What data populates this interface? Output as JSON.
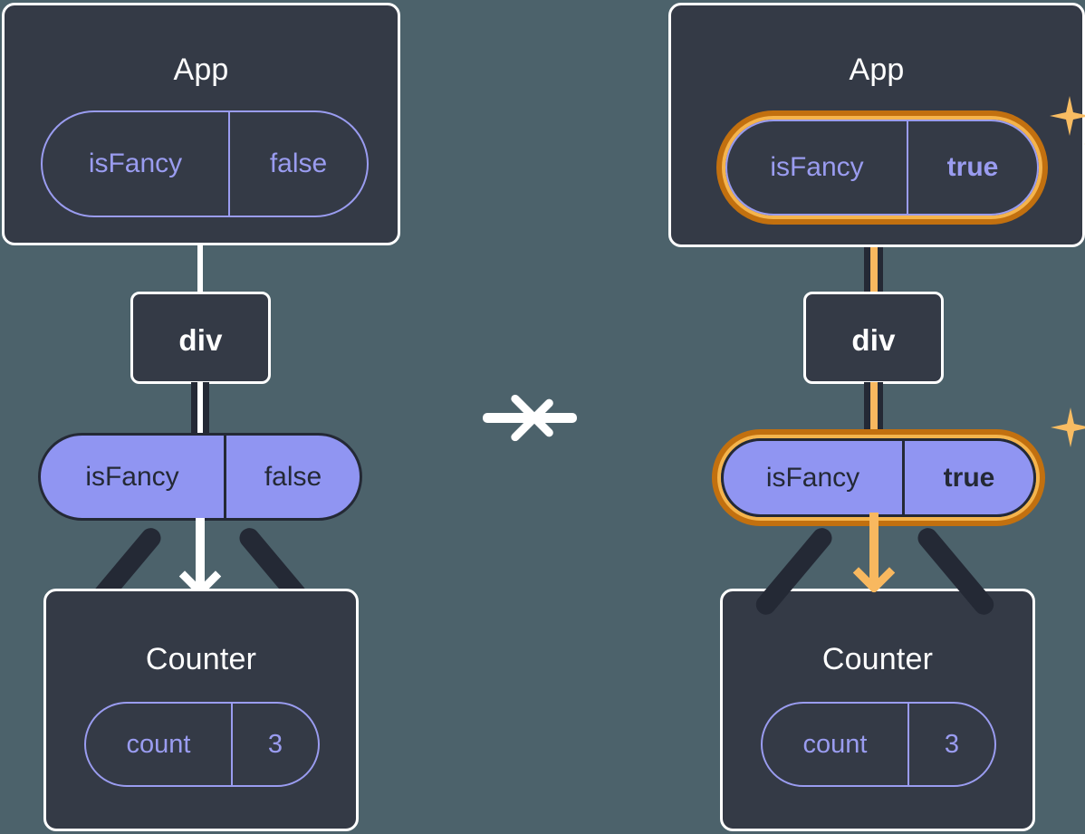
{
  "diagram": {
    "type": "react-state-propagation",
    "background_color": "#4c626b",
    "transition_arrow": "arrow-right",
    "panels": [
      {
        "id": "before",
        "app": {
          "title": "App",
          "state_pill": {
            "key": "isFancy",
            "value": "false",
            "style": "outline",
            "highlighted": false,
            "value_bold": false
          }
        },
        "div": {
          "label": "div"
        },
        "props_pill": {
          "key": "isFancy",
          "value": "false",
          "style": "filled",
          "highlighted": false,
          "value_bold": false
        },
        "counter": {
          "title": "Counter",
          "state_pill": {
            "key": "count",
            "value": "3",
            "style": "outline",
            "highlighted": false
          }
        },
        "arrow_color": "#ffffff",
        "sparkles": false
      },
      {
        "id": "after",
        "app": {
          "title": "App",
          "state_pill": {
            "key": "isFancy",
            "value": "true",
            "style": "outline",
            "highlighted": true,
            "value_bold": true
          }
        },
        "div": {
          "label": "div"
        },
        "props_pill": {
          "key": "isFancy",
          "value": "true",
          "style": "filled",
          "highlighted": true,
          "value_bold": true
        },
        "counter": {
          "title": "Counter",
          "state_pill": {
            "key": "count",
            "value": "3",
            "style": "outline",
            "highlighted": false
          }
        },
        "arrow_color": "#f8b85f",
        "sparkles": true
      }
    ],
    "colors": {
      "background": "#4c626b",
      "box_fill": "#343a46",
      "box_border": "#ffffff",
      "pill_outline": "#9a9cf0",
      "pill_fill": "#9095f2",
      "pill_fill_text": "#242935",
      "highlight_outer": "#c2700f",
      "highlight_inner": "#f5b44c",
      "sparkle": "#f8bc62",
      "connector_dark": "#242935",
      "connector_white": "#ffffff",
      "connector_amber": "#f8b85f"
    }
  }
}
